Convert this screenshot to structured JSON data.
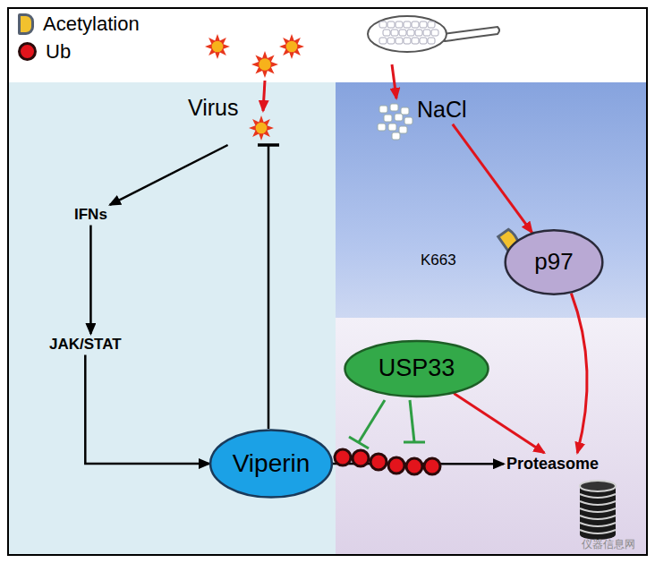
{
  "diagram": {
    "nodes": [
      {
        "text": [
          "Virus"
        ]
      },
      {
        "text": [
          "NaCl"
        ]
      },
      {
        "text": [
          "IFNs"
        ]
      },
      {
        "text": [
          "JAK/STAT"
        ]
      },
      {
        "text": [
          "p97"
        ]
      },
      {
        "text": [
          "USP33"
        ]
      },
      {
        "text": [
          "Viperin"
        ]
      },
      {
        "text": [
          "Proteasome"
        ]
      }
    ],
    "edges": [
      {
        "from": 0,
        "to": 2,
        "arrow": "to"
      },
      {
        "from": 2,
        "to": 3,
        "arrow": "to"
      },
      {
        "from": 3,
        "to": 6,
        "arrow": "to"
      },
      {
        "from": 6,
        "to": 0,
        "arrow": "to"
      },
      {
        "from": 1,
        "to": 4,
        "arrow": "to"
      },
      {
        "from": 4,
        "to": 7,
        "arrow": "to"
      },
      {
        "from": 5,
        "to": 7,
        "arrow": "to"
      },
      {
        "from": 6,
        "to": 7,
        "arrow": "to"
      }
    ],
    "labels": [
      "K663",
      "仪器信息网"
    ],
    "legend": [
      {
        "text": "Acetylation",
        "color": "#f2c12e"
      },
      {
        "text": "Ub",
        "color": "#e3141c"
      }
    ]
  }
}
